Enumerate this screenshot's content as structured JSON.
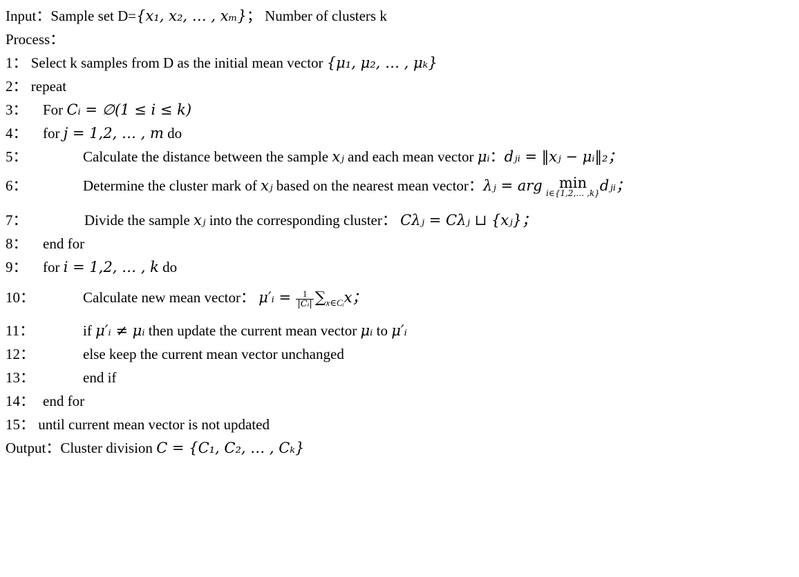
{
  "lines": {
    "input": {
      "prefix": "Input：",
      "text": "Sample set D=",
      "set": "{x₁, x₂, … , xₘ}",
      "sep": "；",
      "rest": "Number of clusters k"
    },
    "process": "Process：",
    "l1": {
      "num": "1：",
      "text": "Select k samples from D as the initial mean vector",
      "math": "{μ₁, μ₂, … , μₖ}"
    },
    "l2": {
      "num": "2：",
      "text": "repeat"
    },
    "l3": {
      "num": "3：",
      "text": "For",
      "math": "Cᵢ = ∅(1 ≤ i ≤ k)"
    },
    "l4": {
      "num": "4：",
      "text": "for",
      "math": "j = 1,2, … , m",
      "tail": "do"
    },
    "l5": {
      "num": "5：",
      "text": "Calculate the distance between the sample",
      "xj": "xⱼ",
      "mid": "and each mean vector",
      "mu": "μᵢ",
      "colon": "：",
      "formula": "dⱼᵢ = ‖xⱼ − μᵢ‖₂；"
    },
    "l6": {
      "num": "6：",
      "text": "Determine the cluster mark of",
      "xj": "xⱼ",
      "mid": "based on the nearest mean vector：",
      "lhs": "λⱼ = arg",
      "min": "min",
      "under": "i∈{1,2,… ,k}",
      "rhs": "dⱼᵢ；"
    },
    "l7": {
      "num": "7：",
      "text": "Divide the sample",
      "xj": "xⱼ",
      "mid": "into the corresponding cluster：",
      "formula": "Cλⱼ = Cλⱼ ⊔ {xⱼ}；"
    },
    "l8": {
      "num": "8：",
      "text": "end for"
    },
    "l9": {
      "num": "9：",
      "text": "for",
      "math": "i = 1,2, … , k",
      "tail": "do"
    },
    "l10": {
      "num": "10：",
      "text": "Calculate new mean vector：",
      "lhs": "μ′ᵢ =",
      "num_frac": "1",
      "den_frac": "|Cᵢ|",
      "sum": "∑",
      "sumsub": "x∈Cᵢ",
      "rhs": "x；"
    },
    "l11": {
      "num": "11：",
      "text": "if",
      "cond": "μ′ᵢ ≠ μᵢ",
      "mid": "then update the current mean vector",
      "mu": "μᵢ",
      "to": "to",
      "mu2": "μ′ᵢ"
    },
    "l12": {
      "num": "12：",
      "text": "else keep the current mean vector unchanged"
    },
    "l13": {
      "num": "13：",
      "text": "end if"
    },
    "l14": {
      "num": "14：",
      "text": "end for"
    },
    "l15": {
      "num": "15：",
      "text": "until current mean vector is not updated"
    },
    "output": {
      "prefix": "Output：",
      "text": "Cluster division",
      "math": "C = {C₁, C₂, … , Cₖ}"
    }
  }
}
